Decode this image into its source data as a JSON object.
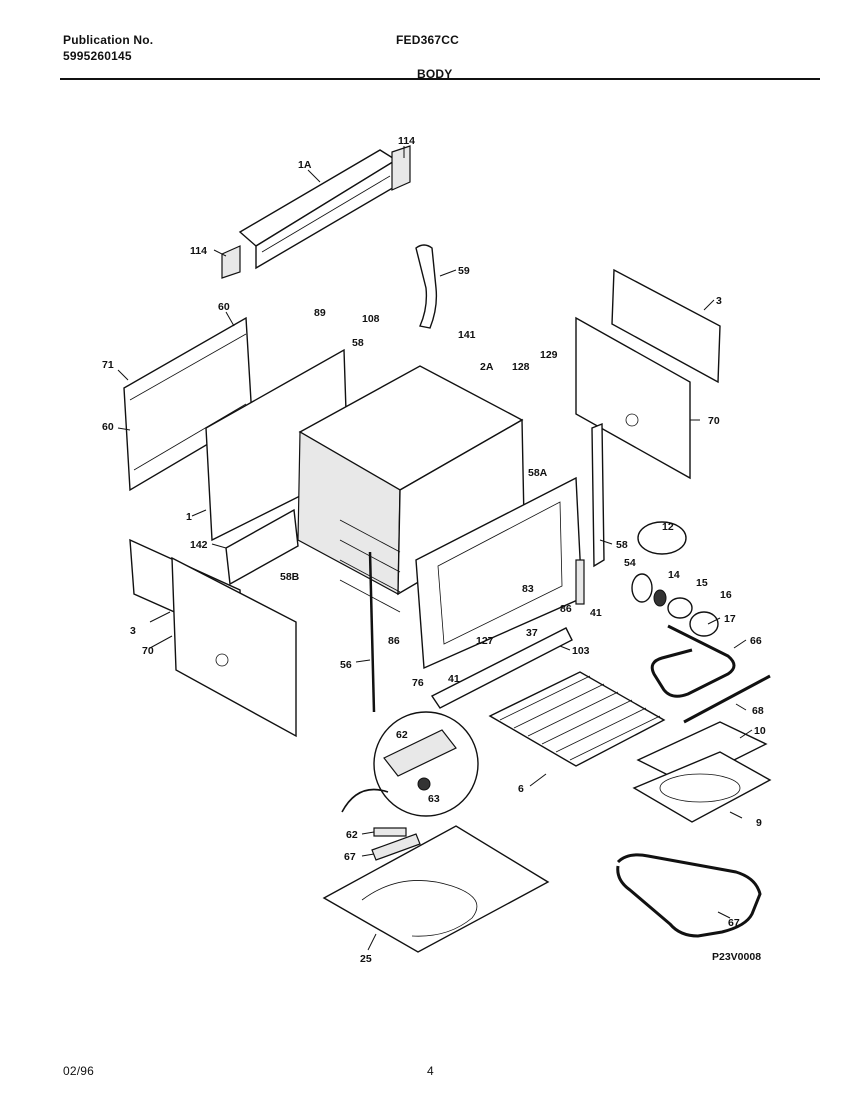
{
  "header": {
    "publication_label": "Publication No.",
    "publication_number": "5995260145",
    "model": "FED367CC",
    "section": "BODY"
  },
  "footer": {
    "date": "02/96",
    "page": "4"
  },
  "diagram_code": "P23V0008",
  "callouts": {
    "c114a": "114",
    "c1a": "1A",
    "c114b": "114",
    "c59": "59",
    "c3a": "3",
    "c60a": "60",
    "c89": "89",
    "c108": "108",
    "c141": "141",
    "c129a": "129",
    "c71": "71",
    "c58a": "58",
    "c2a": "2A",
    "c128": "128",
    "c70a": "70",
    "c60b": "60",
    "c1": "1",
    "c58A": "58A",
    "c12": "12",
    "c142": "142",
    "c58B": "58B",
    "c58b": "58",
    "c54": "54",
    "c14": "14",
    "c15": "15",
    "c16": "16",
    "c17": "17",
    "c83": "83",
    "c86a": "86",
    "c41a": "41",
    "c3b": "3",
    "c127": "127",
    "c37": "37",
    "c66a": "66",
    "c70b": "70",
    "c86b": "86",
    "c103": "103",
    "c56": "56",
    "c76": "76",
    "c41b": "41",
    "c68": "68",
    "c10": "10",
    "c62a": "62",
    "c6": "6",
    "c63": "63",
    "c9": "9",
    "c62b": "62",
    "c67a": "67",
    "c25": "25",
    "c67b": "67"
  }
}
